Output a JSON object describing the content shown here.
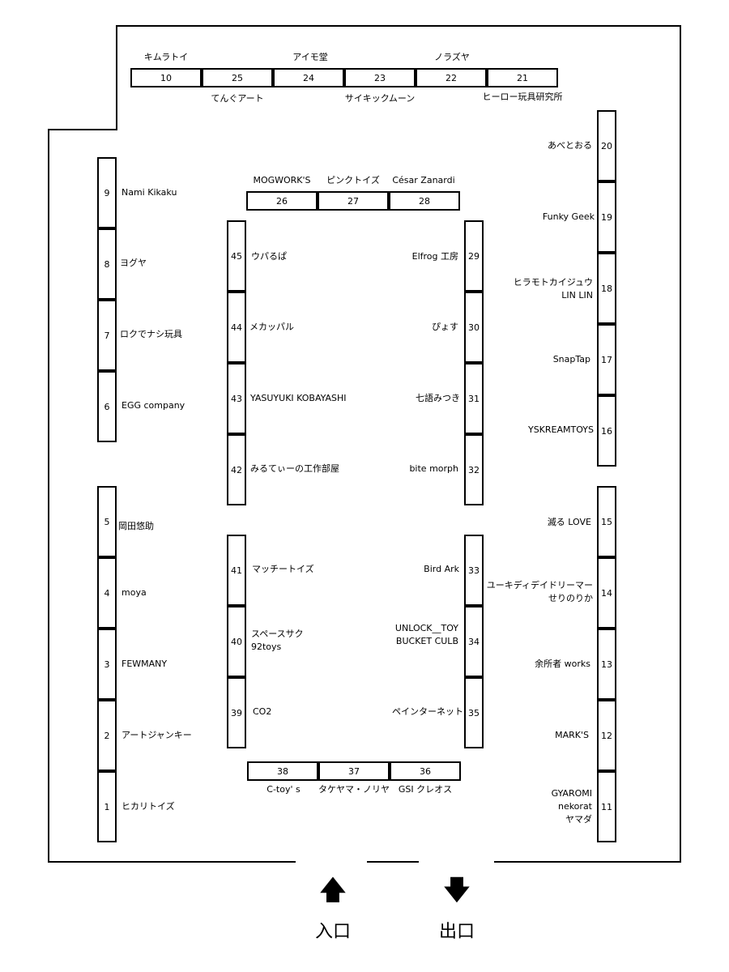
{
  "booths": [
    {
      "no": "1",
      "name": "ヒカリトイズ"
    },
    {
      "no": "2",
      "name": "アートジャンキー"
    },
    {
      "no": "3",
      "name": "FEWMANY"
    },
    {
      "no": "4",
      "name": "moya"
    },
    {
      "no": "5",
      "name": "岡田悠助"
    },
    {
      "no": "6",
      "name": "EGG company"
    },
    {
      "no": "7",
      "name": "ロクでナシ玩具"
    },
    {
      "no": "8",
      "name": "ヨグヤ"
    },
    {
      "no": "9",
      "name": "Nami Kikaku"
    },
    {
      "no": "10",
      "name": "キムラトイ"
    },
    {
      "no": "11",
      "name": "GYAROMI\nnekorat\nヤマダ"
    },
    {
      "no": "12",
      "name": "MARK'S"
    },
    {
      "no": "13",
      "name": "余所者 works"
    },
    {
      "no": "14",
      "name": "ユーキディデイドリーマー\nせりのりか"
    },
    {
      "no": "15",
      "name": "滅る LOVE"
    },
    {
      "no": "16",
      "name": "YSKREAMTOYS"
    },
    {
      "no": "17",
      "name": "SnapTap"
    },
    {
      "no": "18",
      "name": "ヒラモトカイジュウ\nLIN LIN"
    },
    {
      "no": "19",
      "name": "Funky Geek"
    },
    {
      "no": "20",
      "name": "あべとおる"
    },
    {
      "no": "21",
      "name": "ヒーロー玩具研究所"
    },
    {
      "no": "22",
      "name": "ノラズヤ"
    },
    {
      "no": "23",
      "name": "サイキックムーン"
    },
    {
      "no": "24",
      "name": "アイモ堂"
    },
    {
      "no": "25",
      "name": "てんぐアート"
    },
    {
      "no": "26",
      "name": "MOGWORK'S"
    },
    {
      "no": "27",
      "name": "ピンクトイズ"
    },
    {
      "no": "28",
      "name": "César Zanardi"
    },
    {
      "no": "29",
      "name": "Elfrog 工房"
    },
    {
      "no": "30",
      "name": "ぴょす"
    },
    {
      "no": "31",
      "name": "七語みつき"
    },
    {
      "no": "32",
      "name": "bite morph"
    },
    {
      "no": "33",
      "name": "Bird Ark"
    },
    {
      "no": "34",
      "name": "UNLOCK__TOY\nBUCKET CULB"
    },
    {
      "no": "35",
      "name": "ペインターネット"
    },
    {
      "no": "36",
      "name": "GSI クレオス"
    },
    {
      "no": "37",
      "name": "タケヤマ・ノリヤ"
    },
    {
      "no": "38",
      "name": "C-toy' s"
    },
    {
      "no": "39",
      "name": "CO2"
    },
    {
      "no": "40",
      "name": "スペースサク\n92toys"
    },
    {
      "no": "41",
      "name": "マッチートイズ"
    },
    {
      "no": "42",
      "name": "みるてぃーの工作部屋"
    },
    {
      "no": "43",
      "name": "YASUYUKI KOBAYASHI"
    },
    {
      "no": "44",
      "name": "メカッパル"
    },
    {
      "no": "45",
      "name": "ウパるぱ"
    }
  ],
  "entrance": {
    "arrow": "🡅",
    "label": "入口"
  },
  "exit": {
    "arrow": "🡇",
    "label": "出口"
  }
}
